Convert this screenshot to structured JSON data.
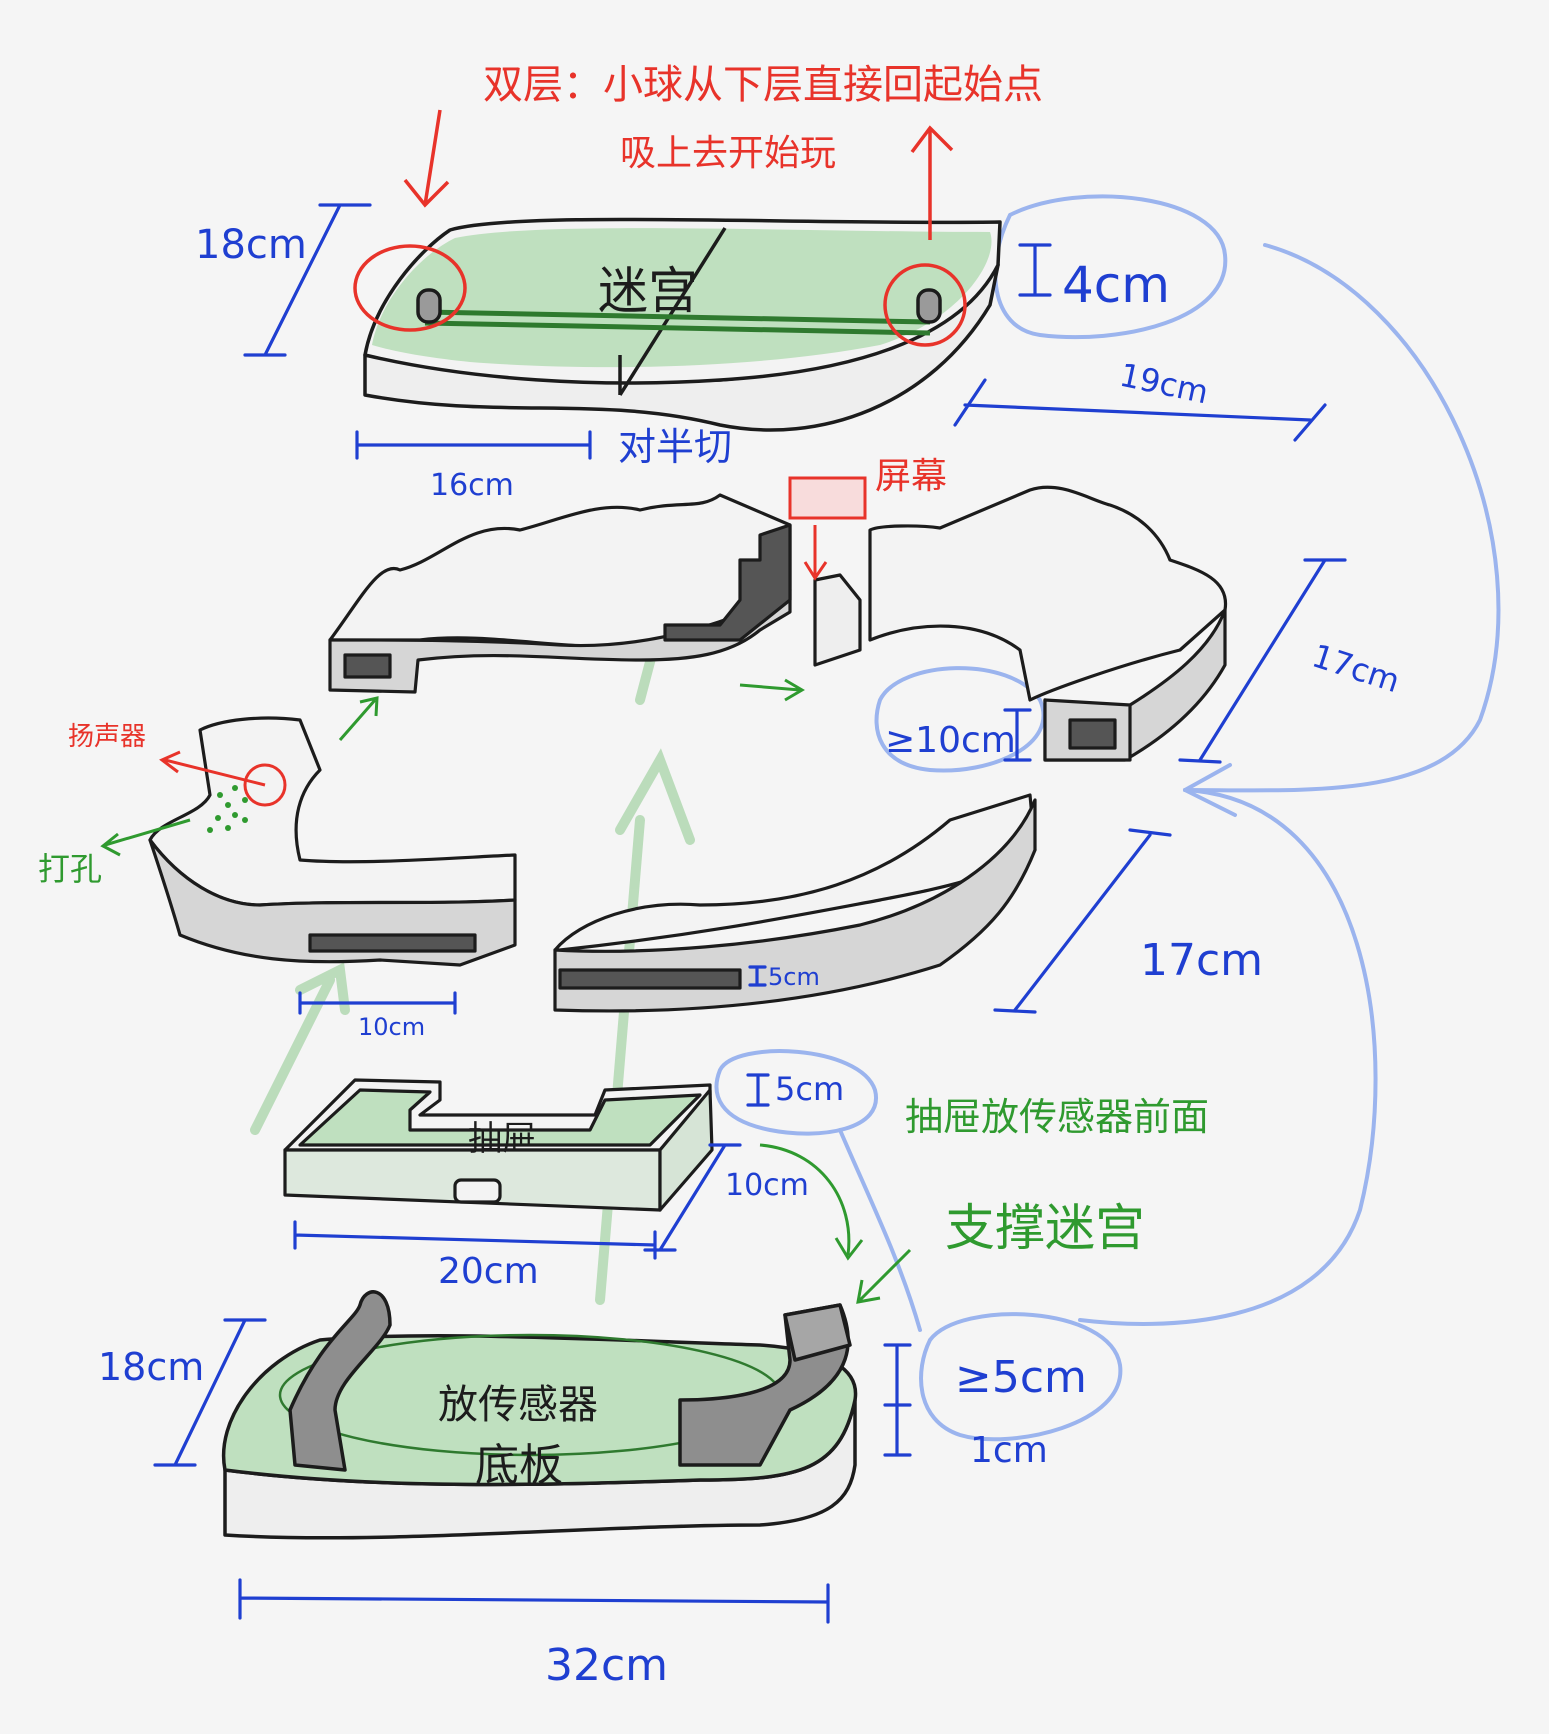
{
  "colors": {
    "red": "#e8332a",
    "blue": "#1f3fd1",
    "green": "#2f9a2f",
    "light_blue": "#9bb4ee",
    "green_fill": "#bfe0bf",
    "gray_fill": "#d6d6d6",
    "outline": "#1c1c1c",
    "background": "#f5f5f5"
  },
  "notes": {
    "top_line1": "双层：小球从下层直接回起始点",
    "top_line2": "吸上去开始玩",
    "screen": "屏幕",
    "speaker": "扬声器",
    "drill_hole": "打孔",
    "cut_half": "对半切",
    "drawer_sensor": "抽屉放传感器前面",
    "support_maze": "支撑迷宫"
  },
  "parts": {
    "maze": "迷宫",
    "drawer": "抽屉",
    "base_line1": "放传感器",
    "base_line2": "底板"
  },
  "dimensions": {
    "maze_depth": "18cm",
    "maze_height": "4cm",
    "maze_width_right": "19cm",
    "maze_width_left": "16cm",
    "upper_depth": "17cm",
    "gap_upper": "≥10cm",
    "lower_depth": "17cm",
    "slot_height": "5cm",
    "slot_width": "10cm",
    "drawer_height": "5cm",
    "drawer_depth": "10cm",
    "drawer_width": "20cm",
    "base_depth": "18cm",
    "support_height": "≥5cm",
    "base_thickness": "1cm",
    "base_width": "32cm"
  }
}
